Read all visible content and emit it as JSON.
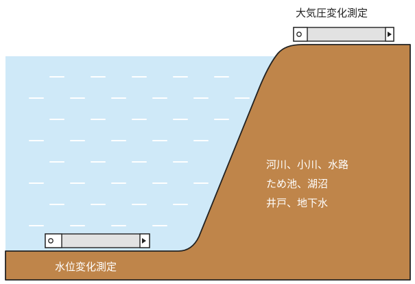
{
  "labels": {
    "barometric": "大気圧変化測定",
    "water_level": "水位変化測定"
  },
  "water_bodies": [
    "河川、小川、水路",
    "ため池、湖沼",
    "井戸、地下水"
  ],
  "colors": {
    "water": "#cfe9f8",
    "ground": "#bf854a",
    "outline": "#222222",
    "ripple": "#ffffff",
    "sensor_body": "#e2e2e2"
  },
  "icons": [
    "sensor-logger-icon",
    "sensor-logger-icon"
  ]
}
